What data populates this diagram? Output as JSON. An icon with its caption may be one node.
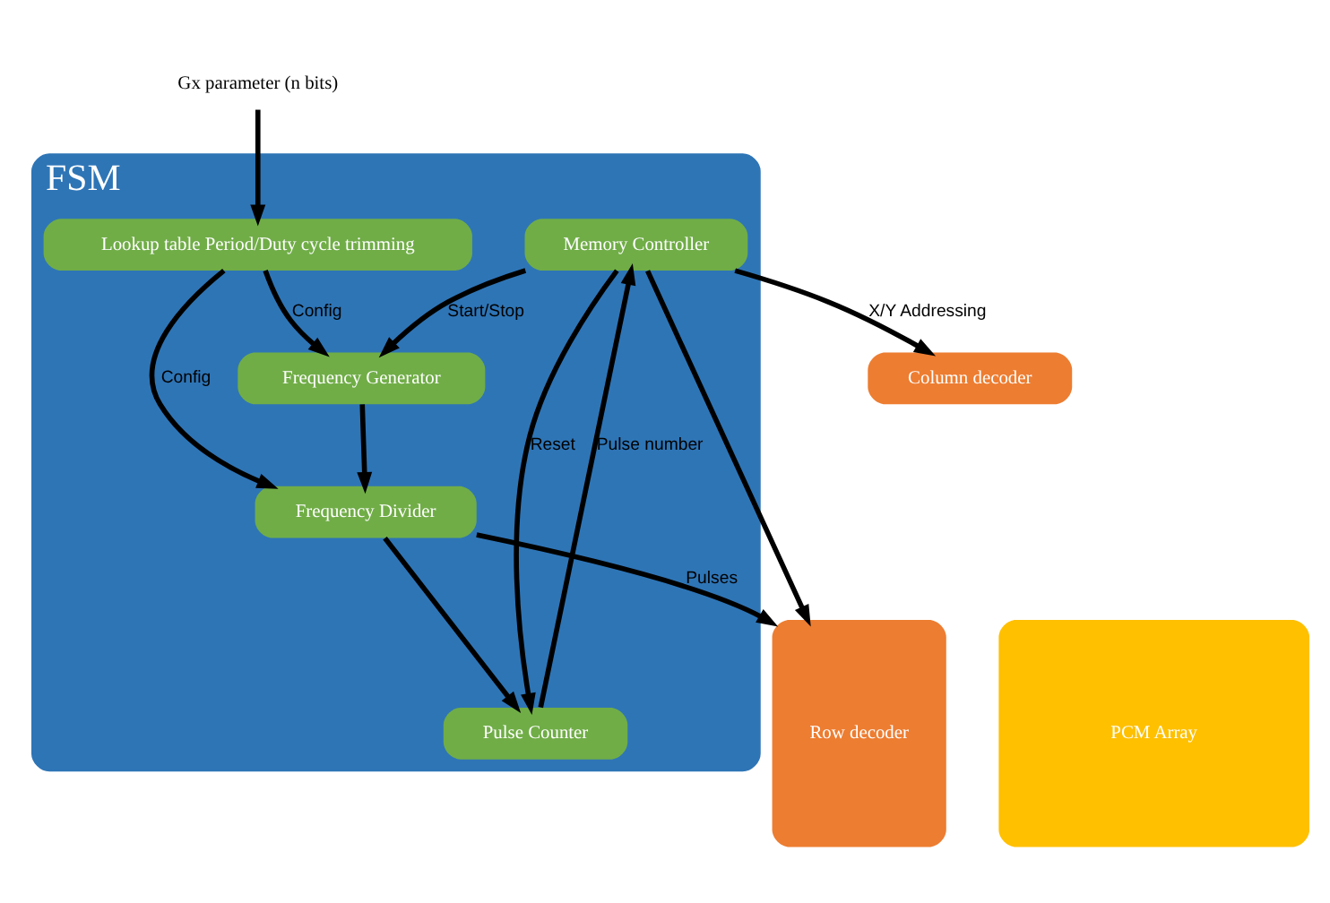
{
  "diagram": {
    "nodes": [
      {
        "text": [
          "FSM"
        ]
      },
      {
        "text": [
          "Memory Controller"
        ],
        "in": 0
      },
      {
        "text": [
          "Pulse Counter"
        ],
        "in": 0
      },
      {
        "text": [
          "Frequency Generator"
        ],
        "in": 0
      },
      {
        "text": [
          "Frequency Divider"
        ],
        "in": 0
      },
      {
        "text": [
          "Lookup table Period/Duty cycle trimming"
        ],
        "in": 0
      },
      {
        "text": [
          "Column decoder"
        ]
      },
      {
        "text": [
          "Row decoder"
        ]
      },
      {
        "text": [
          "PCM Array"
        ]
      },
      {
        "text": [
          "Gx parameter (n bits)"
        ]
      }
    ],
    "edges": [
      {
        "from": 1,
        "to": 6,
        "arrow": "to",
        "label": "X/Y Addressing"
      },
      {
        "from": 1,
        "to": 7,
        "arrow": "to"
      },
      {
        "from": 1,
        "to": 2,
        "arrow": "to",
        "label": "Reset"
      },
      {
        "from": 2,
        "to": 1,
        "arrow": "to",
        "label": "Pulse number"
      },
      {
        "from": 1,
        "to": 3,
        "arrow": "to",
        "label": "Start/Stop"
      },
      {
        "from": 3,
        "to": 4,
        "arrow": "to"
      },
      {
        "from": 4,
        "to": 7,
        "arrow": "to",
        "label": "Pulses"
      },
      {
        "from": 4,
        "to": 2,
        "arrow": "to"
      },
      {
        "from": 5,
        "to": 3,
        "arrow": "to",
        "label": "Config"
      },
      {
        "from": 5,
        "to": 4,
        "arrow": "to",
        "label": "Config"
      },
      {
        "from": 9,
        "to": 5,
        "arrow": "to"
      }
    ]
  }
}
